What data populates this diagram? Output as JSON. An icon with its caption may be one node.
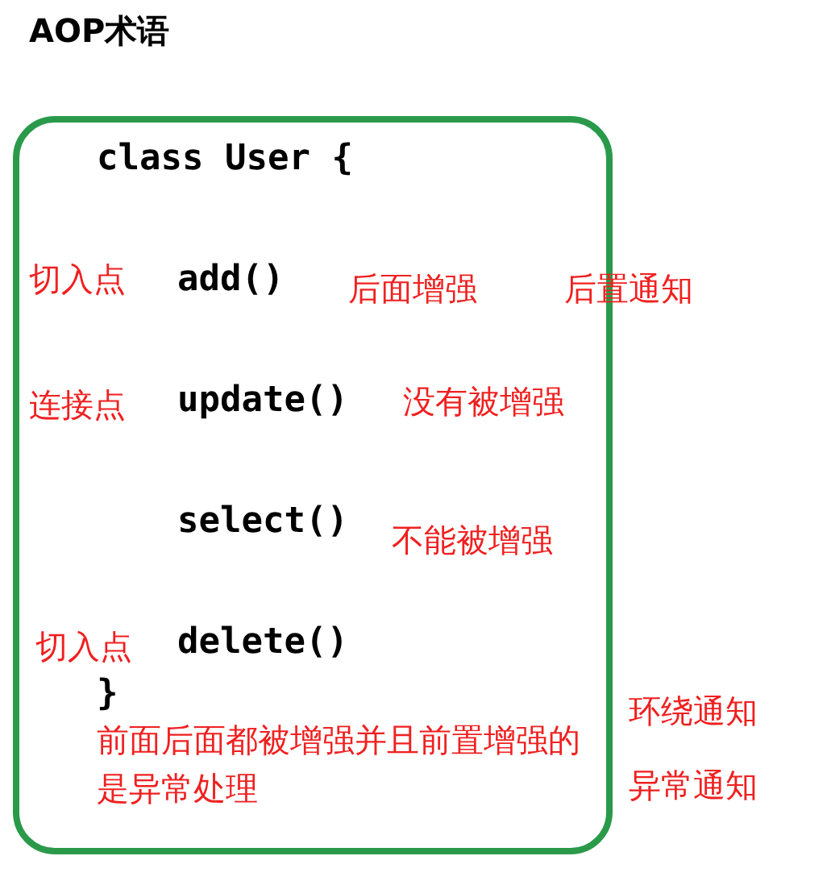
{
  "diagram": {
    "title": "AOP术语",
    "nodes": [
      {
        "text": [
          "class User {",
          "add()",
          "update()",
          "select()",
          "delete()",
          "}"
        ]
      }
    ],
    "edges": [],
    "labels": [
      "切入点",
      "后面增强",
      "后置通知",
      "连接点",
      "没有被增强",
      "不能被增强",
      "切入点",
      "前面后面都被增强并且前置增强的是异常处理",
      "环绕通知",
      "异常通知"
    ]
  }
}
